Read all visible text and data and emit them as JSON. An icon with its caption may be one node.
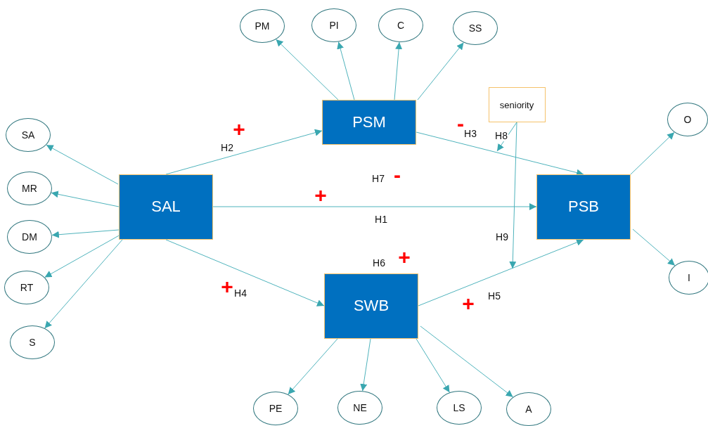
{
  "diagram": {
    "nodes": [
      {
        "text": [
          "PM"
        ]
      },
      {
        "text": [
          "PI"
        ]
      },
      {
        "text": [
          "C"
        ]
      },
      {
        "text": [
          "SS"
        ]
      },
      {
        "text": [
          "PSM"
        ]
      },
      {
        "text": [
          "seniority"
        ]
      },
      {
        "text": [
          "O"
        ]
      },
      {
        "text": [
          "SA"
        ]
      },
      {
        "text": [
          "MR"
        ]
      },
      {
        "text": [
          "SAL"
        ]
      },
      {
        "text": [
          "PSB"
        ]
      },
      {
        "text": [
          "DM"
        ]
      },
      {
        "text": [
          "I"
        ]
      },
      {
        "text": [
          "RT"
        ]
      },
      {
        "text": [
          "SWB"
        ]
      },
      {
        "text": [
          "S"
        ]
      },
      {
        "text": [
          "PE"
        ]
      },
      {
        "text": [
          "NE"
        ]
      },
      {
        "text": [
          "LS"
        ]
      },
      {
        "text": [
          "A"
        ]
      }
    ],
    "edges": [
      {
        "from": 9,
        "to": 4,
        "arrow": "to",
        "label": "H2"
      },
      {
        "from": 9,
        "to": 10,
        "arrow": "to",
        "label": "H1"
      },
      {
        "from": 9,
        "to": 14,
        "arrow": "to",
        "label": "H4"
      },
      {
        "from": 4,
        "to": 10,
        "arrow": "to",
        "label": "H3"
      },
      {
        "from": 14,
        "to": 10,
        "arrow": "to",
        "label": "H5"
      },
      {
        "from": 5,
        "to": null,
        "arrow": "to",
        "label": "H8"
      },
      {
        "from": 5,
        "to": null,
        "arrow": "to",
        "label": "H9"
      },
      {
        "from": 4,
        "to": 0,
        "arrow": "to"
      },
      {
        "from": 4,
        "to": 1,
        "arrow": "to"
      },
      {
        "from": 4,
        "to": 2,
        "arrow": "to"
      },
      {
        "from": 4,
        "to": 3,
        "arrow": "to"
      },
      {
        "from": 9,
        "to": 7,
        "arrow": "to"
      },
      {
        "from": 9,
        "to": 8,
        "arrow": "to"
      },
      {
        "from": 9,
        "to": 11,
        "arrow": "to"
      },
      {
        "from": 9,
        "to": 13,
        "arrow": "to"
      },
      {
        "from": 9,
        "to": 15,
        "arrow": "to"
      },
      {
        "from": 10,
        "to": 6,
        "arrow": "to"
      },
      {
        "from": 10,
        "to": 12,
        "arrow": "to"
      },
      {
        "from": 14,
        "to": 16,
        "arrow": "to"
      },
      {
        "from": 14,
        "to": 17,
        "arrow": "to"
      },
      {
        "from": 14,
        "to": 18,
        "arrow": "to"
      },
      {
        "from": 14,
        "to": 19,
        "arrow": "to"
      }
    ],
    "labels": [
      "-",
      "+",
      "-",
      "H7",
      "+",
      "+",
      "H6",
      "+",
      "+"
    ]
  }
}
